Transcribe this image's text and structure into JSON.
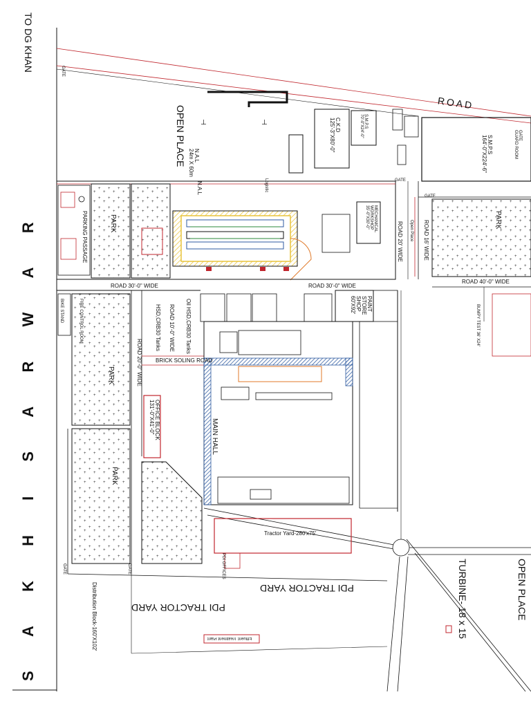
{
  "labels": {
    "to_dg_khan": "TO DG KHAN",
    "road_top": "ROAD",
    "open_place_top": "OPEN PLACE",
    "nal_24x60": "N.A.L\n24m X 60m",
    "nal_small": "N.A.L",
    "gate": "GATE",
    "ckd": "C.K.D\n125'-3\"X80'-0\"",
    "smps_small": "S.M.P.S\n70'-0\"X24'-0\"",
    "smps_big": "S.M.P.S\n164'-0\"X224'-6\"",
    "gate_guardroom": "GATE\nGUARD ROOM",
    "park_1": "PARK",
    "parking_passage": "PARKING PASSAGE",
    "park_2": "PARK",
    "mech_workshop": "MECHANICAL\nWORKSHOP\n35'-0\"X30'-0\"",
    "road_20_wide": "ROAD 20' WIDE",
    "open_place_mid": "Open Place",
    "road_16_wide": "ROAD 16' WIDE",
    "road_30_a": "ROAD 30'-0\" WIDE",
    "road_30_b": "ROAD 30'-0\" WIDE",
    "road_40": "ROAD 40'-0\" WIDE",
    "sakhi_sarwar": "S A K H I   S A R W A R",
    "paint_store": "PAINT\nSTORE\nSHOP\n60'X92'",
    "oil_hsd": "Oil HSD,CRB30 Tanks",
    "hsd_crb30": "HSD,CRB30 Tanks",
    "road_10_wide": "ROAD 10'-0\" WIDE",
    "brick_soling": "BRICK SOLING ROAD",
    "road_20_wide_b": "ROAD 20'-0\" WIDE",
    "park_3": "PARK",
    "office_block": "OFFICE BLOCK\n131'-0\"X41'-0\"",
    "park_4": "PARK",
    "main_hall": "MAIN HALL",
    "tractor_yard": "Tractor Yard-280'x75'",
    "pdi_yard_a": "PDI TRACTOR YARD",
    "pdi_yard_b": "PDI TRACTOR YARD",
    "distribution_block": "Distribution Block-160'X102'",
    "open_place_right": "OPEN PLACE",
    "turbine": "TURBINE- 18 x 15",
    "pdi_offices": "PDI OFFICES",
    "bumpy_test": "BUMPY TEST 36' X24'",
    "effluent": "Effluent Treatment Plant",
    "logistic": "Logistic",
    "fire_control": "FIRE CONTROL ROOM",
    "bike_stand": "BIKE STAND"
  },
  "colors": {
    "line": "#111111",
    "red": "#c0262d",
    "hatch": "#2d5aa0",
    "yellow": "#e8c33a",
    "orange": "#e07a2a"
  }
}
